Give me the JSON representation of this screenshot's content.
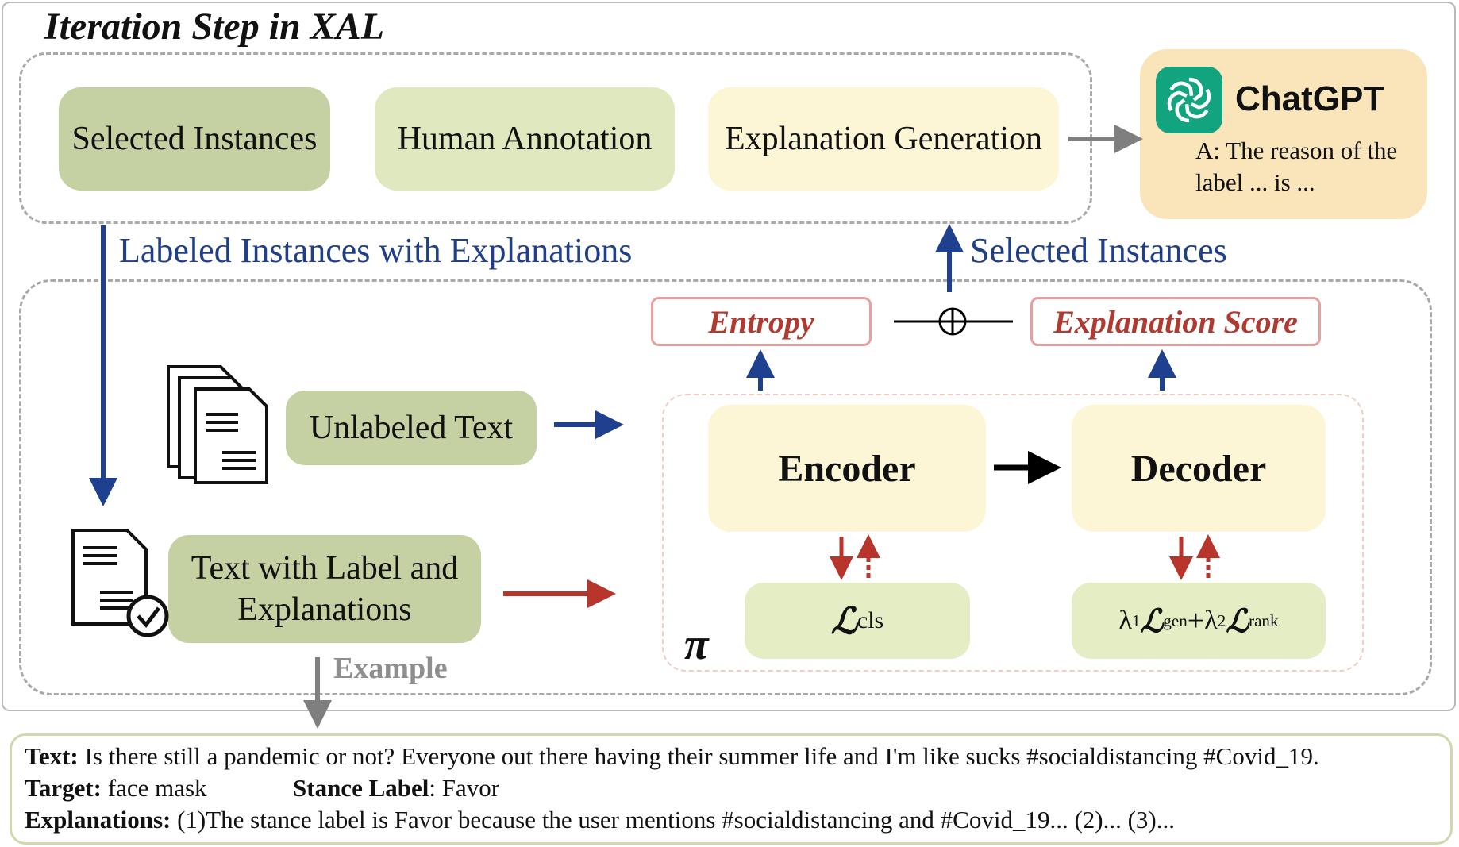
{
  "title": "Iteration Step in XAL",
  "top_steps": {
    "selected_instances": "Selected Instances",
    "human_annotation": "Human Annotation",
    "explanation_generation": "Explanation Generation"
  },
  "chatgpt": {
    "name": "ChatGPT",
    "answer": "A: The reason of the label ... is ..."
  },
  "flows": {
    "labeled_with_explanations": "Labeled Instances with Explanations",
    "selected_instances": "Selected Instances",
    "example": "Example"
  },
  "inputs": {
    "unlabeled_text": "Unlabeled Text",
    "labeled_text_line1": "Text with Label and",
    "labeled_text_line2": "Explanations"
  },
  "model": {
    "encoder": "Encoder",
    "decoder": "Decoder",
    "entropy": "Entropy",
    "explanation_score": "Explanation Score",
    "loss_cls_symbol": "ℒ",
    "loss_cls_sub": "cls",
    "lambda1": "λ",
    "lambda1_sub": "1",
    "loss_gen_symbol": "ℒ",
    "loss_gen_sub": "gen",
    "plus": "+",
    "lambda2": "λ",
    "lambda2_sub": "2",
    "loss_rank_symbol": "ℒ",
    "loss_rank_sub": "rank",
    "pi": "π"
  },
  "example": {
    "text_label": "Text:",
    "text_value": "Is there still a pandemic or not? Everyone out there having their summer life and I'm like sucks #socialdistancing #Covid_19.",
    "target_label": "Target:",
    "target_value": "face mask",
    "stance_label": "Stance Label",
    "stance_value": ": Favor",
    "explanations_label": "Explanations:",
    "explanations_value": "(1)The stance label is Favor because the user mentions #socialdistancing and #Covid_19... (2)... (3)..."
  },
  "colors": {
    "blue_arrow": "#1f3f8f",
    "red_arrow": "#b8352b",
    "gray_arrow": "#7f7f7f",
    "chatgpt_green": "#12a37f"
  }
}
